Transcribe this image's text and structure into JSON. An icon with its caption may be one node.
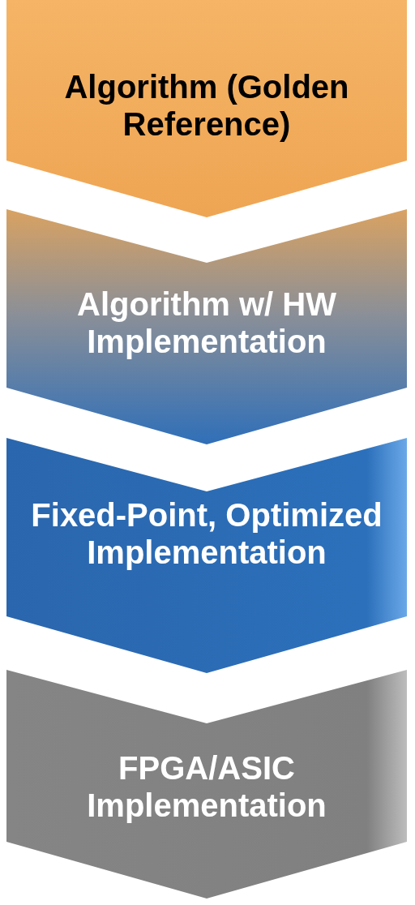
{
  "diagram": {
    "nodes": [
      {
        "text": [
          "Algorithm (Golden Reference)"
        ]
      },
      {
        "text": [
          "Algorithm w/ HW Implementation"
        ]
      },
      {
        "text": [
          "Fixed-Point, Optimized Implementation"
        ]
      },
      {
        "text": [
          "FPGA/ASIC Implementation"
        ]
      }
    ]
  }
}
